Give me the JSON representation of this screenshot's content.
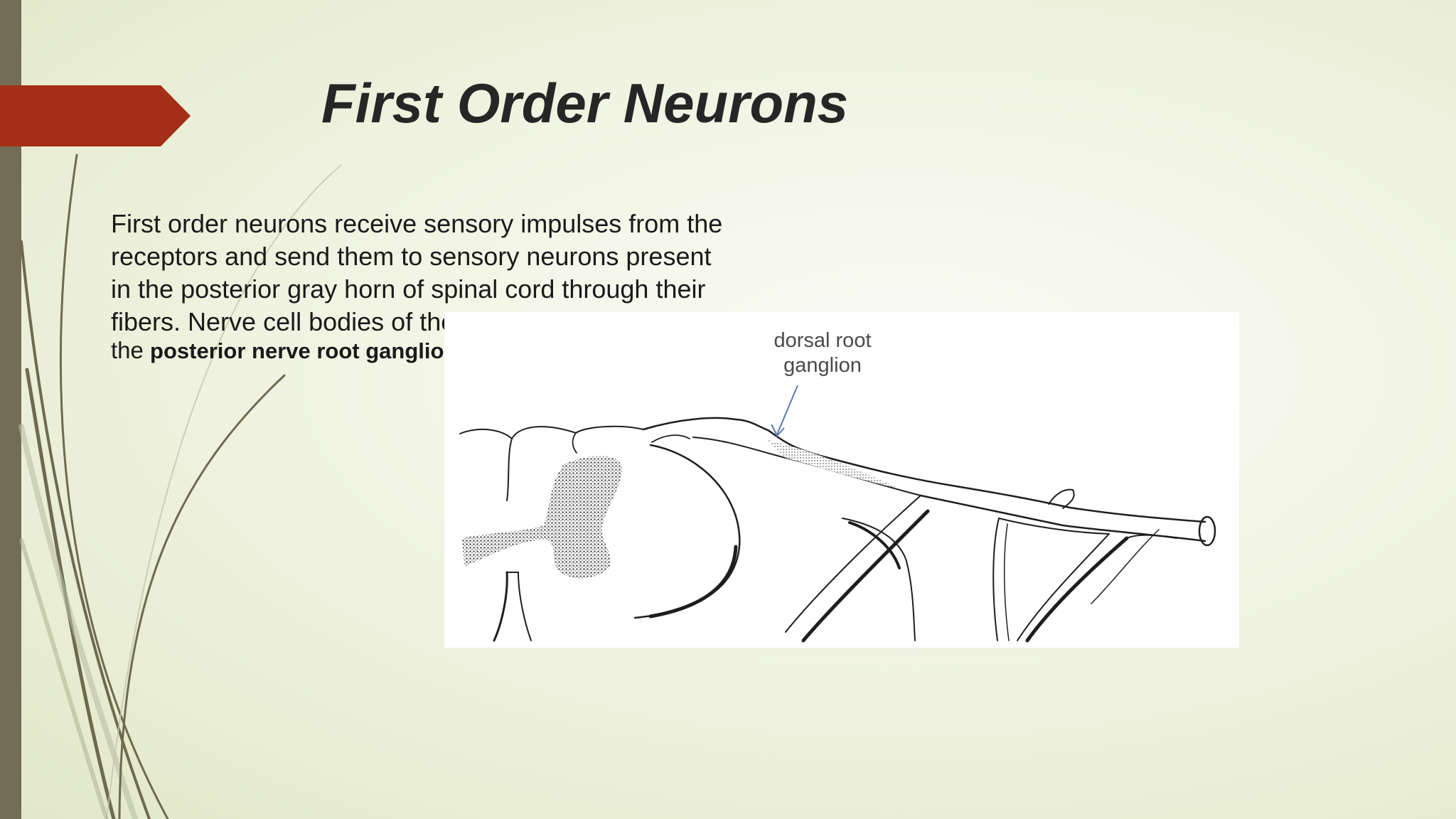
{
  "slide": {
    "title": "First Order Neurons",
    "body_lines": [
      "First order neurons receive sensory impulses from the",
      "receptors and send them to sensory neurons present",
      "in the posterior gray horn of spinal cord through their",
      "fibers. Nerve cell bodies of these neurons are located in"
    ],
    "body_last_prefix": "the ",
    "body_last_bold": "posterior nerve root ganglion.",
    "figure_label_line1": "dorsal root",
    "figure_label_line2": "ganglion"
  },
  "colors": {
    "left_bar": "#746c55",
    "title_tab": "#a42e17",
    "accent_lines": "#6e6a50",
    "title_text": "#262626",
    "arrow": "#5b79b0"
  }
}
